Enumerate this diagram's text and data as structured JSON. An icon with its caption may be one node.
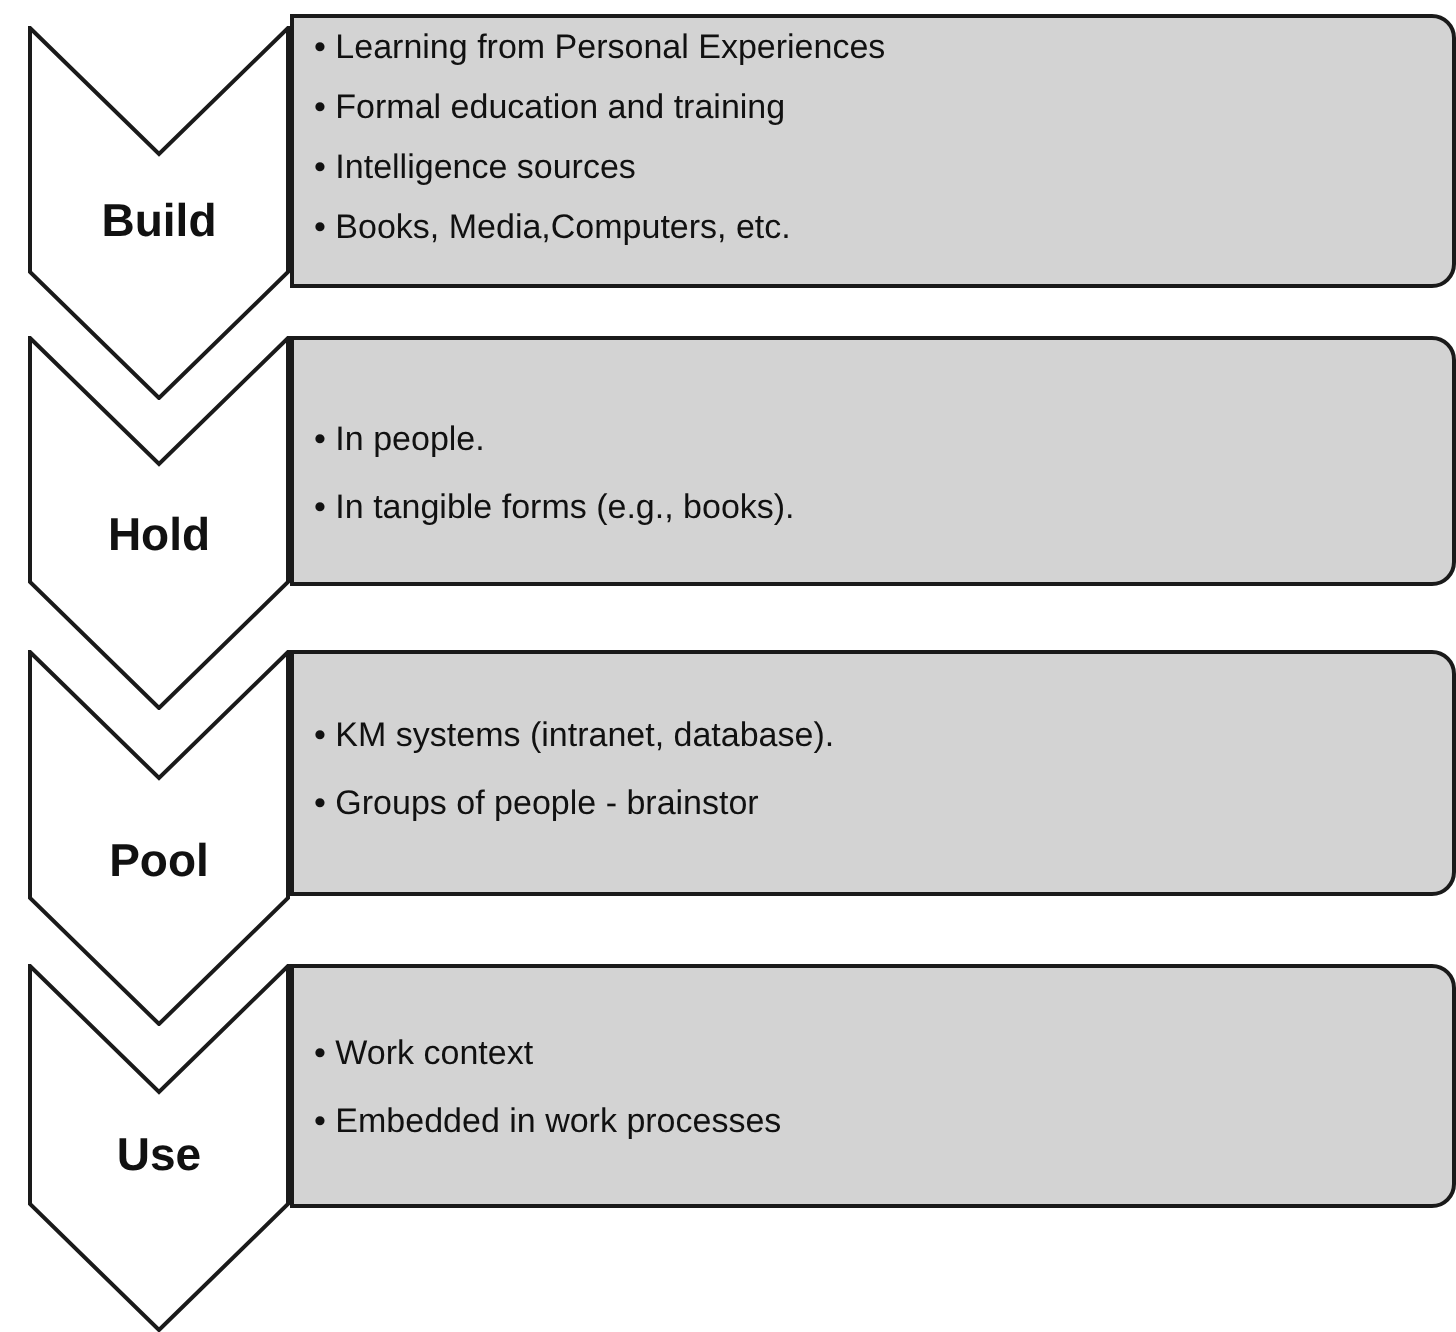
{
  "diagram": {
    "nodes": [
      {
        "text": [
          "Build"
        ]
      },
      {
        "text": [
          "• Learning from Personal Experiences",
          "• Formal education and training",
          "• Intelligence sources",
          "• Books, Media,Computers, etc."
        ]
      },
      {
        "text": [
          "Hold"
        ]
      },
      {
        "text": [
          "• In people.",
          "• In tangible forms (e.g., books)."
        ]
      },
      {
        "text": [
          "Pool"
        ]
      },
      {
        "text": [
          "• KM systems (intranet, database).",
          "• Groups of people - brainstor"
        ]
      },
      {
        "text": [
          "Use"
        ]
      },
      {
        "text": [
          "• Work context",
          "• Embedded in work processes"
        ]
      }
    ]
  }
}
